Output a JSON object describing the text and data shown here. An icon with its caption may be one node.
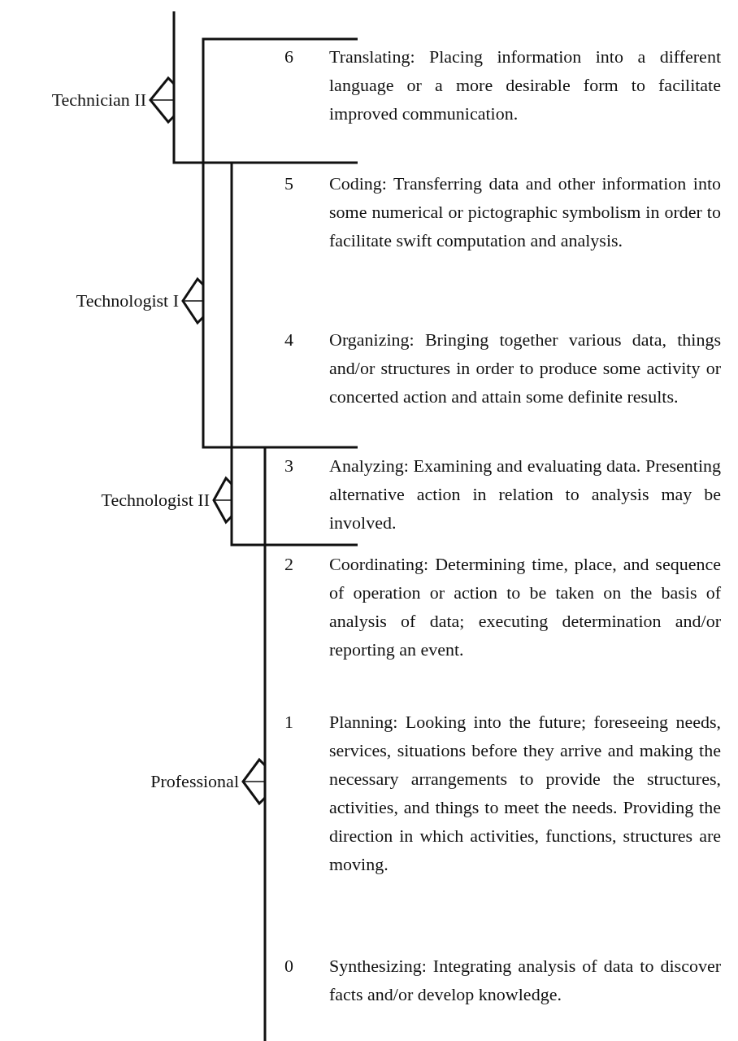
{
  "diagram": {
    "nodes": [
      {
        "text": [
          "Technician II"
        ]
      },
      {
        "text": [
          "Technologist I"
        ]
      },
      {
        "text": [
          "Technologist II"
        ]
      },
      {
        "text": [
          "Professional"
        ]
      }
    ],
    "edges": [
      {
        "from": null,
        "to": 0,
        "arrow": "to"
      },
      {
        "from": null,
        "to": 1,
        "arrow": "to"
      },
      {
        "from": null,
        "to": 2,
        "arrow": "to"
      },
      {
        "from": null,
        "to": 3,
        "arrow": "to"
      }
    ],
    "labels": [
      "6",
      "Translating: Placing information into a different language or a more desirable form to facilitate improved communication.",
      "5",
      "Coding: Transferring data and other information into some numerical or pictographic symbolism in order to facilitate swift computation and analysis.",
      "4",
      "Organizing: Bringing together various data, things and/or structures in order to produce some activity or concerted action and attain some definite results.",
      "3",
      "Analyzing: Examining and evaluating data. Presenting alternative action in relation to analysis may be involved.",
      "2",
      "Coordinating: Determining time, place, and sequence of operation or action to be taken on the basis of analysis of data; executing determination and/or reporting an event.",
      "1",
      "Planning: Looking into the future; foreseeing needs, services, situations before they arrive and making the necessary arrangements to provide the structures, activities, and things to meet the needs. Providing the direction in which activities, functions, structures are moving.",
      "0",
      "Synthesizing: Integrating analysis of data to discover facts and/or develop knowledge."
    ]
  }
}
